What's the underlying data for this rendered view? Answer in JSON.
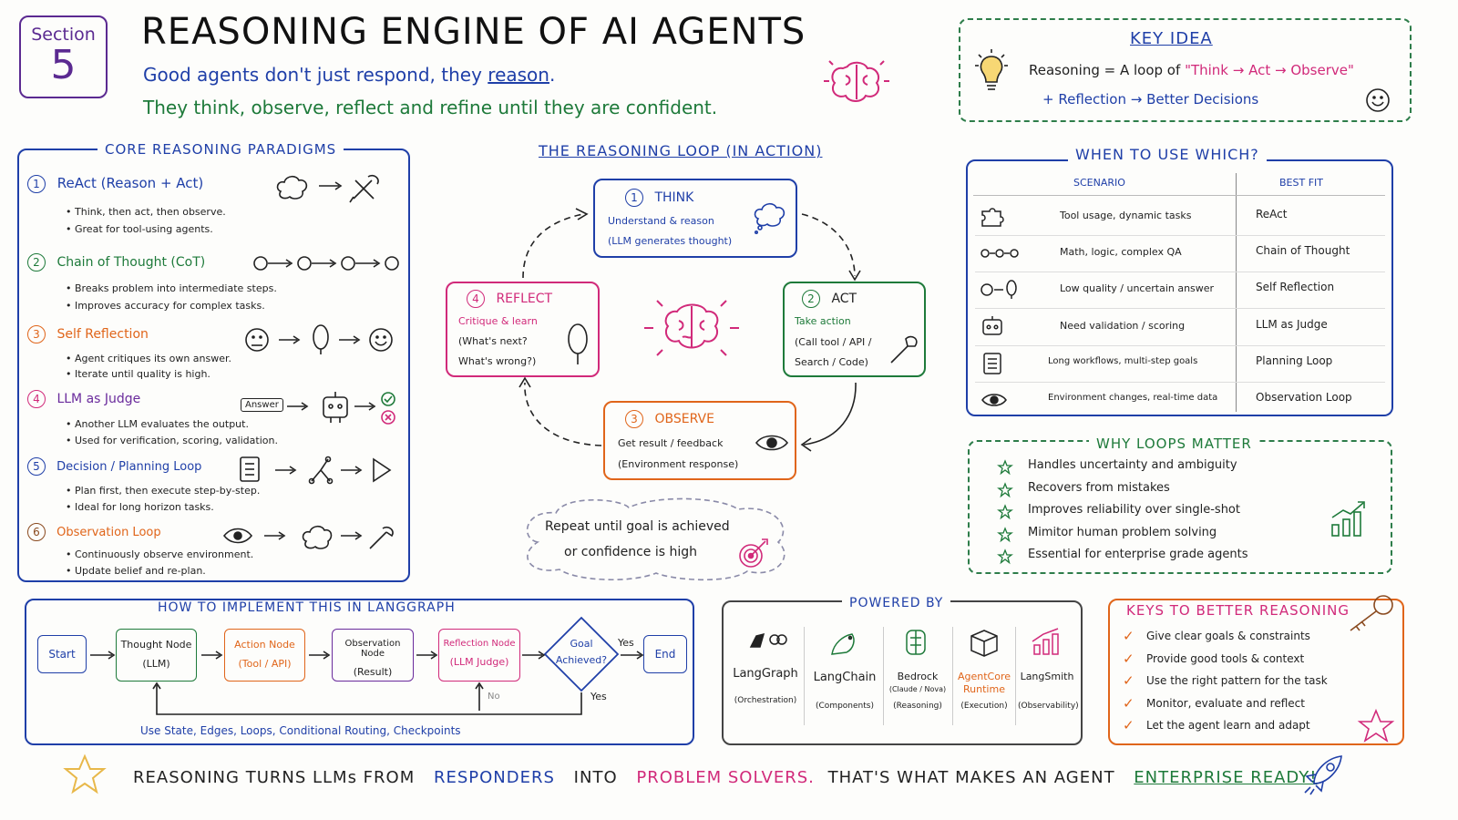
{
  "header": {
    "section_label": "Section",
    "section_number": "5",
    "title": "REASONING ENGINE OF AI AGENTS",
    "subtitle_a": "Good agents don't just respond, they ",
    "subtitle_b": "reason",
    "subtitle_c": ".",
    "tagline": "They think, observe, reflect and refine until they are confident."
  },
  "key_idea": {
    "title": "KEY IDEA",
    "line1_a": "Reasoning = A loop of",
    "line1_b": "\"Think → Act → Observe\"",
    "line2": "+ Reflection → Better Decisions"
  },
  "paradigms": {
    "title": "CORE REASONING PARADIGMS",
    "items": [
      {
        "num": "1",
        "name": "ReAct (Reason + Act)",
        "b1": "Think, then act, then observe.",
        "b2": "Great for tool-using agents."
      },
      {
        "num": "2",
        "name": "Chain of Thought (CoT)",
        "b1": "Breaks problem into intermediate steps.",
        "b2": "Improves accuracy for complex tasks."
      },
      {
        "num": "3",
        "name": "Self Reflection",
        "b1": "Agent critiques its own answer.",
        "b2": "Iterate until quality is high."
      },
      {
        "num": "4",
        "name": "LLM as Judge",
        "b1": "Another LLM evaluates the output.",
        "b2": "Used for verification, scoring, validation."
      },
      {
        "num": "5",
        "name": "Decision / Planning Loop",
        "b1": "Plan first, then execute step-by-step.",
        "b2": "Ideal for long horizon tasks."
      },
      {
        "num": "6",
        "name": "Observation Loop",
        "b1": "Continuously observe environment.",
        "b2": "Update belief and re-plan."
      }
    ],
    "answer_tag": "Answer"
  },
  "loop": {
    "title": "THE REASONING LOOP (IN ACTION)",
    "think": {
      "num": "1",
      "title": "THINK",
      "l1": "Understand & reason",
      "l2": "(LLM generates thought)"
    },
    "act": {
      "num": "2",
      "title": "ACT",
      "l1": "Take action",
      "l2": "(Call tool / API /",
      "l3": "Search / Code)"
    },
    "observe": {
      "num": "3",
      "title": "OBSERVE",
      "l1": "Get result / feedback",
      "l2": "(Environment response)"
    },
    "reflect": {
      "num": "4",
      "title": "REFLECT",
      "l1": "Critique & learn",
      "l2": "(What's next?",
      "l3": "What's wrong?)"
    },
    "cloud_l1": "Repeat until goal is achieved",
    "cloud_l2": "or confidence is high"
  },
  "when": {
    "title": "WHEN TO USE WHICH?",
    "col1": "SCENARIO",
    "col2": "BEST FIT",
    "rows": [
      {
        "icon": "puzzle-icon",
        "scenario": "Tool usage, dynamic tasks",
        "fit": "ReAct"
      },
      {
        "icon": "steps-icon",
        "scenario": "Math, logic, complex QA",
        "fit": "Chain of Thought"
      },
      {
        "icon": "reflect-icon",
        "scenario": "Low quality / uncertain answer",
        "fit": "Self Reflection"
      },
      {
        "icon": "robot-icon",
        "scenario": "Need validation / scoring",
        "fit": "LLM as Judge"
      },
      {
        "icon": "checklist-icon",
        "scenario": "Long workflows, multi-step goals",
        "fit": "Planning Loop"
      },
      {
        "icon": "eye-icon",
        "scenario": "Environment changes, real-time data",
        "fit": "Observation Loop"
      }
    ]
  },
  "why": {
    "title": "WHY LOOPS MATTER",
    "items": [
      "Handles uncertainty and ambiguity",
      "Recovers from mistakes",
      "Improves reliability over single-shot",
      "Mimitor human problem solving",
      "Essential for enterprise grade agents"
    ]
  },
  "langgraph": {
    "title": "HOW TO IMPLEMENT THIS IN LANGGRAPH",
    "start": "Start",
    "thought_a": "Thought Node",
    "thought_b": "(LLM)",
    "action_a": "Action Node",
    "action_b": "(Tool / API)",
    "observation_a": "Observation Node",
    "observation_b": "(Result)",
    "reflection_a": "Reflection Node",
    "reflection_b": "(LLM Judge)",
    "goal_a": "Goal",
    "goal_b": "Achieved?",
    "yes1": "Yes",
    "yes2": "Yes",
    "no": "No",
    "end": "End",
    "footer": "Use State, Edges, Loops, Conditional Routing, Checkpoints"
  },
  "powered": {
    "title": "POWERED BY",
    "tools": [
      {
        "name": "LangGraph",
        "sub": "(Orchestration)"
      },
      {
        "name": "LangChain",
        "sub": "(Components)"
      },
      {
        "name": "Bedrock",
        "sub2": "(Claude / Nova)",
        "sub": "(Reasoning)"
      },
      {
        "name": "AgentCore",
        "name2": "Runtime",
        "sub": "(Execution)"
      },
      {
        "name": "LangSmith",
        "sub": "(Observability)"
      }
    ]
  },
  "keys": {
    "title": "KEYS TO BETTER REASONING",
    "items": [
      "Give clear goals & constraints",
      "Provide good tools & context",
      "Use the right pattern for the task",
      "Monitor, evaluate and reflect",
      "Let the agent learn and adapt"
    ]
  },
  "footer": {
    "a": "REASONING TURNS LLMs FROM",
    "b": "RESPONDERS",
    "c": "INTO",
    "d": "PROBLEM SOLVERS.",
    "e": "THAT'S WHAT MAKES AN AGENT",
    "f": "ENTERPRISE READY!"
  },
  "colors": {
    "blue": "#1f3fa8",
    "green": "#1e7a3a",
    "orange": "#e0651a",
    "purple": "#6a2b9c",
    "pink": "#d12a7a"
  }
}
